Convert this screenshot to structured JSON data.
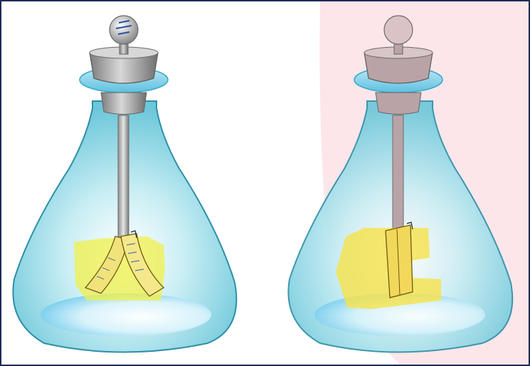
{
  "figure": {
    "frame_color": "#1f2a5a",
    "background": "#ffffff",
    "overlay_color": "#fde2e6",
    "flasks": [
      {
        "name": "left-flask",
        "glass_color": "#8fd8e6",
        "collar_color": "#7fcde8",
        "stopper_color": "#a9a9a9",
        "knob_marks": true,
        "strip_state": "split-open",
        "strip_color": "#f2e27a",
        "highlight_color": "#f0f04a"
      },
      {
        "name": "right-flask",
        "glass_color": "#8fd8e6",
        "collar_color": "#7fcde8",
        "stopper_color": "#b9a3a7",
        "knob_marks": false,
        "strip_state": "closed",
        "strip_color": "#f2e27a",
        "highlight_color": "#f6e24a"
      }
    ]
  }
}
